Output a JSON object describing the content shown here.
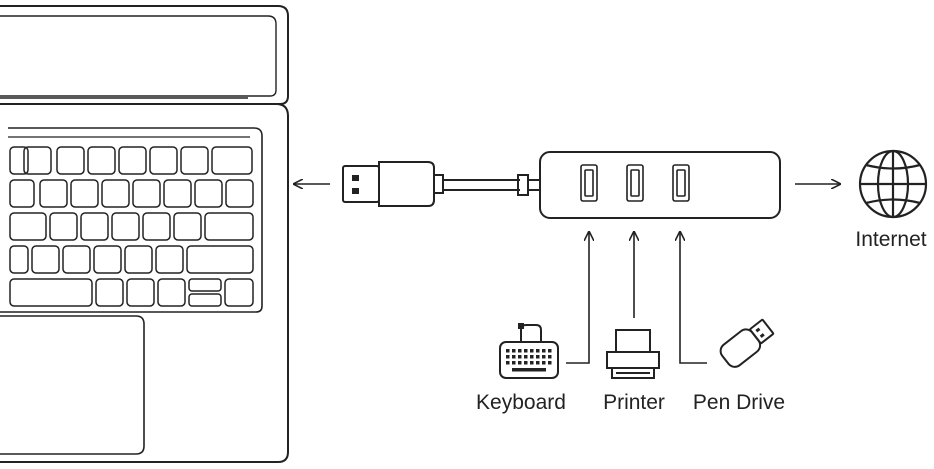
{
  "labels": {
    "internet": "Internet",
    "keyboard": "Keyboard",
    "printer": "Printer",
    "pen_drive": "Pen Drive"
  },
  "icons": {
    "laptop": "laptop-icon",
    "usb_plug": "usb-a-plug-icon",
    "hub": "usb-hub-icon",
    "globe": "globe-icon",
    "keyboard": "keyboard-icon",
    "printer": "printer-icon",
    "pen_drive": "pen-drive-icon"
  },
  "colors": {
    "stroke": "#222222",
    "background": "#ffffff"
  }
}
